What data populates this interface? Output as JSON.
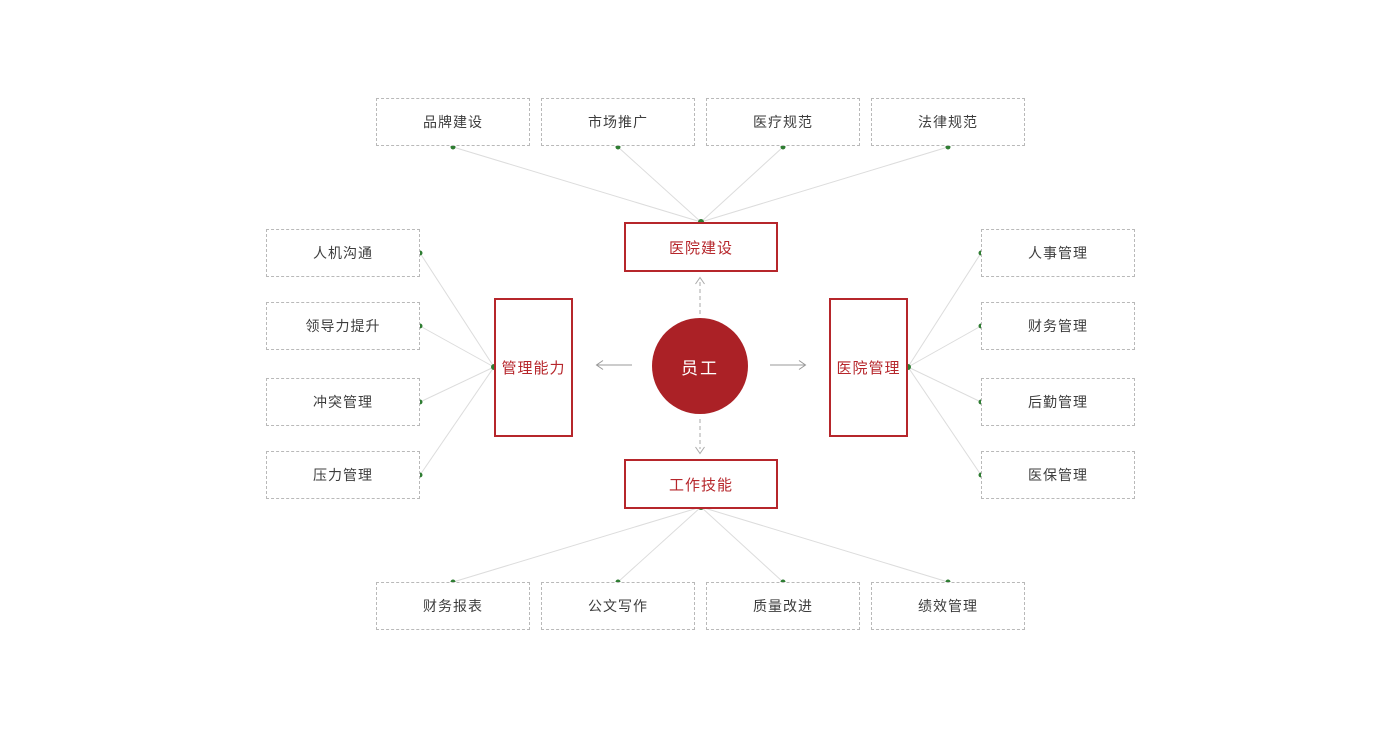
{
  "diagram": {
    "center": {
      "label": "员工"
    },
    "branches": [
      {
        "id": "hospital-construction",
        "label": "医院建设",
        "position": "top",
        "children": [
          "品牌建设",
          "市场推广",
          "医疗规范",
          "法律规范"
        ]
      },
      {
        "id": "management-ability",
        "label": "管理能力",
        "position": "left",
        "children": [
          "人机沟通",
          "领导力提升",
          "冲突管理",
          "压力管理"
        ]
      },
      {
        "id": "hospital-management",
        "label": "医院管理",
        "position": "right",
        "children": [
          "人事管理",
          "财务管理",
          "后勤管理",
          "医保管理"
        ]
      },
      {
        "id": "work-skills",
        "label": "工作技能",
        "position": "bottom",
        "children": [
          "财务报表",
          "公文写作",
          "质量改进",
          "绩效管理"
        ]
      }
    ],
    "colors": {
      "circle_red": "#ab2126",
      "accent_red": "#b6262b",
      "dot_green": "#2e7d32",
      "line_gray": "#dcdcdc",
      "arrow_gray": "#999999",
      "leaf_border_gray": "#b9b9b9",
      "leaf_text": "#3d3d3d"
    }
  }
}
